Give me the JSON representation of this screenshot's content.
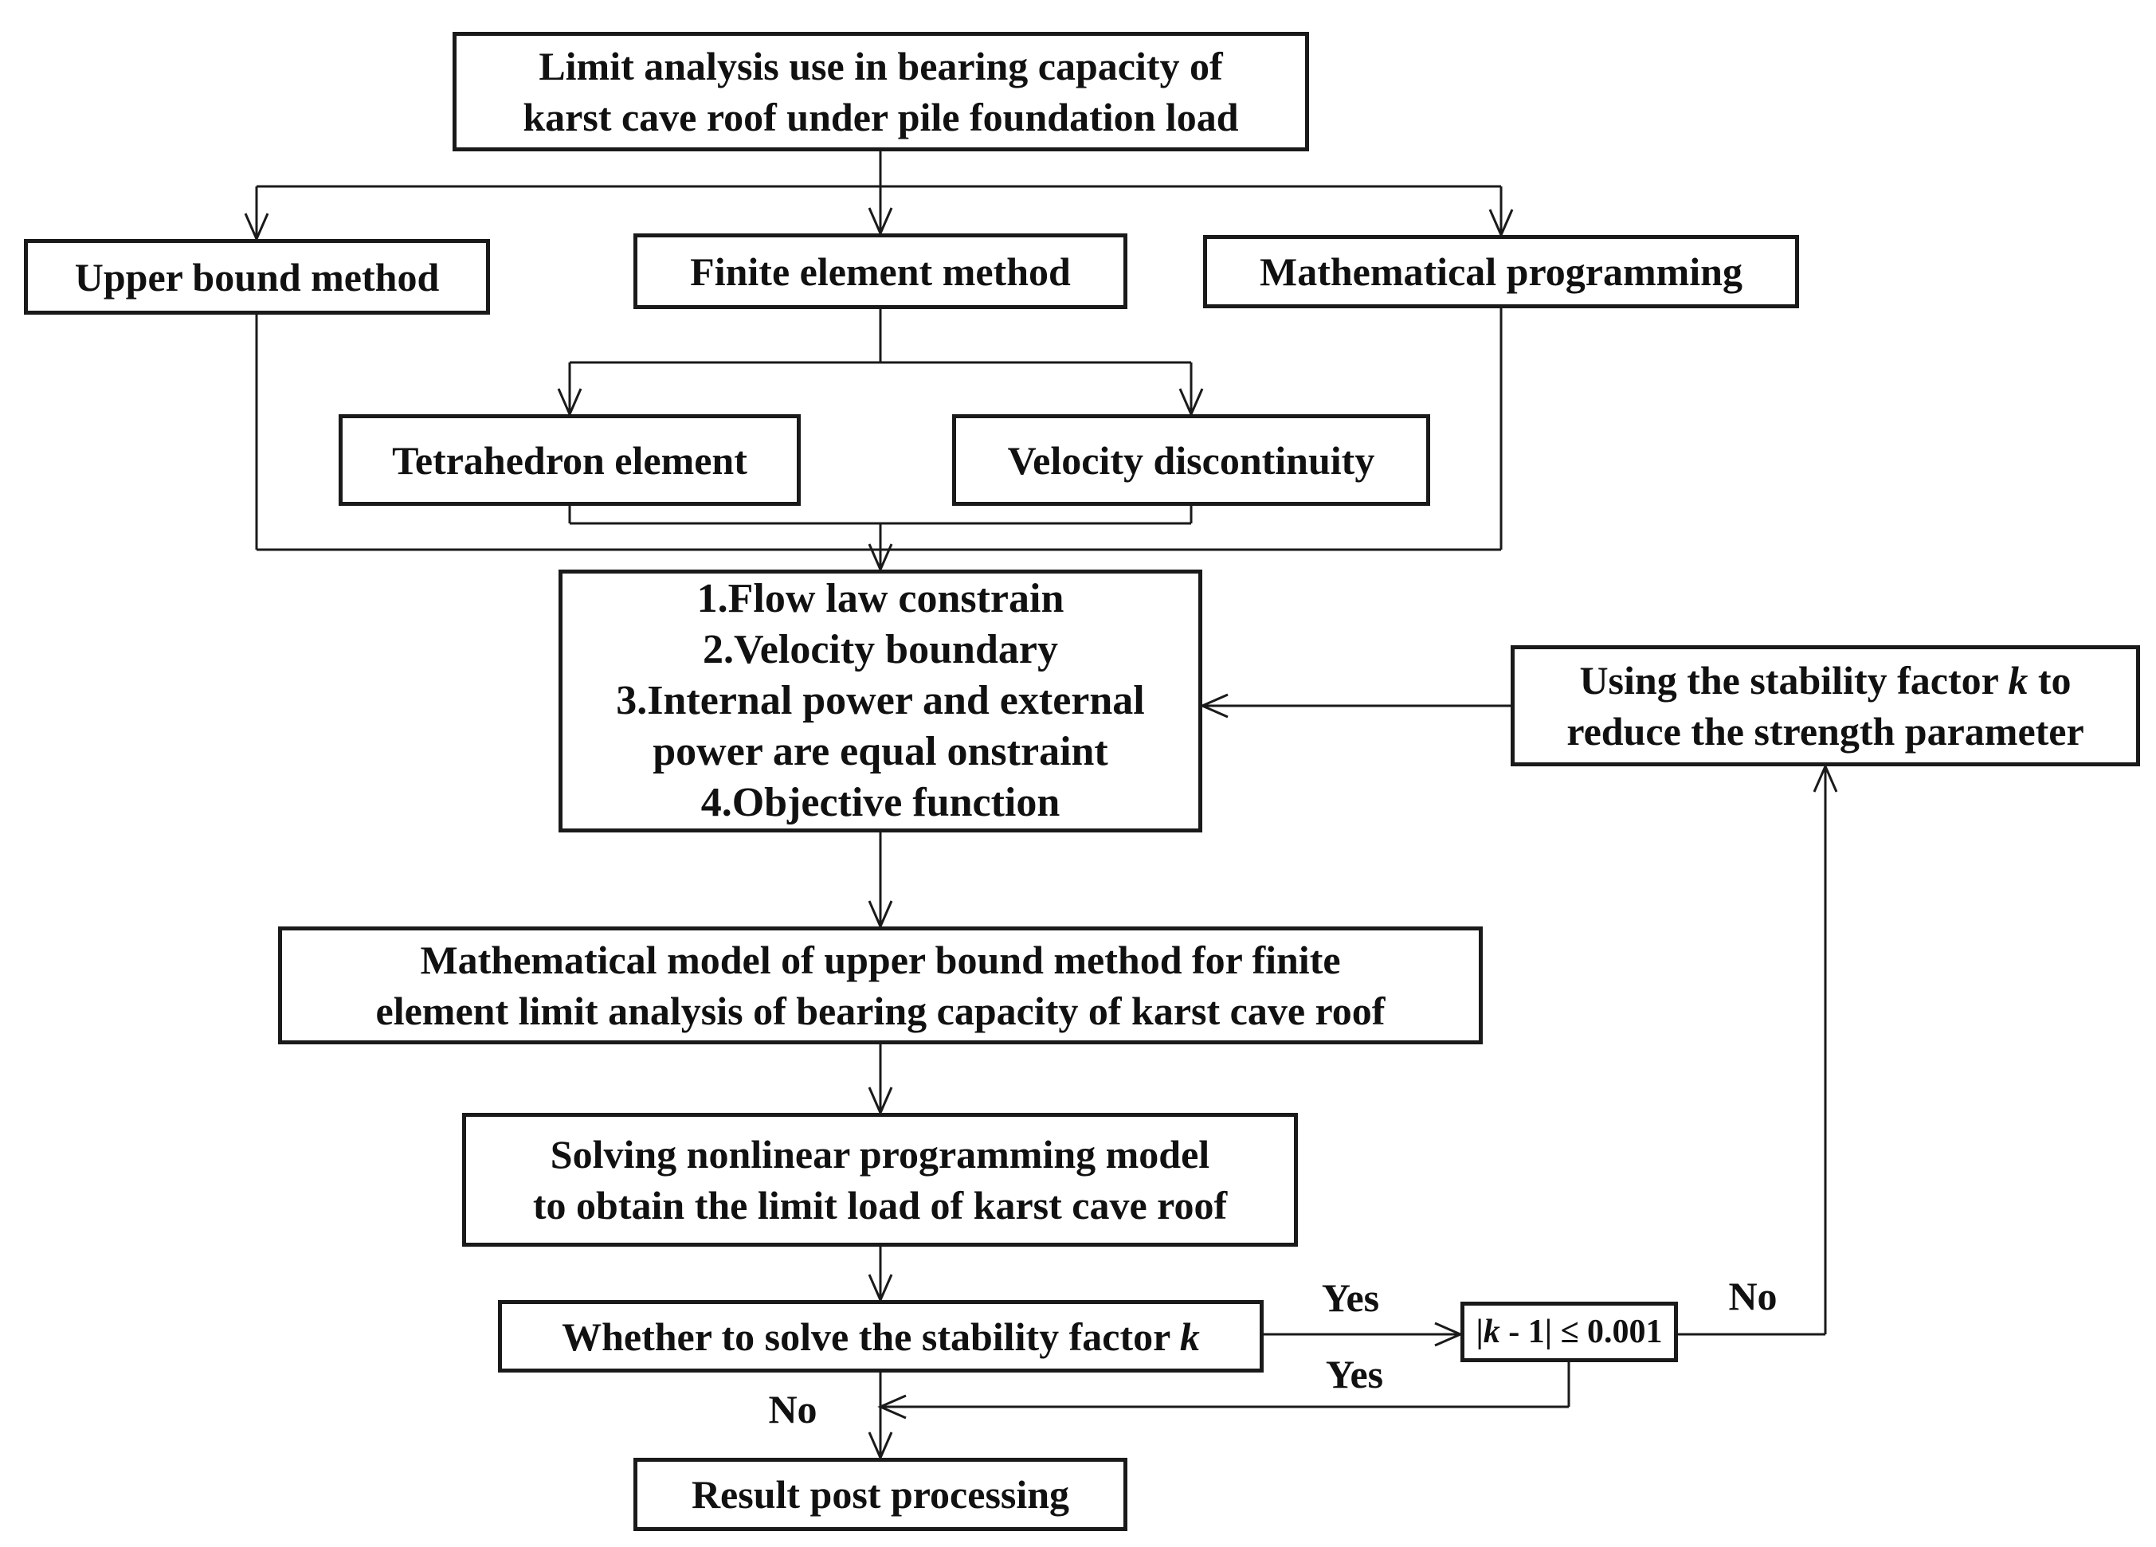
{
  "diagram": {
    "title_box": {
      "line1": "Limit analysis use in bearing capacity of",
      "line2": "karst cave roof under pile foundation load"
    },
    "upper_bound": "Upper bound method",
    "finite_element": "Finite element method",
    "math_programming": "Mathematical programming",
    "tetrahedron": "Tetrahedron element",
    "velocity": "Velocity discontinuity",
    "constraints": {
      "line1": "1.Flow law constrain",
      "line2": "2.Velocity boundary",
      "line3": "3.Internal power and external",
      "line4": "power are equal onstraint",
      "line5": "4.Objective function"
    },
    "using_k": {
      "l1pre": "Using the stability factor ",
      "k": "k",
      "l1post": " to",
      "line2": "reduce the strength parameter"
    },
    "math_model": {
      "line1": "Mathematical model of upper bound method for finite",
      "line2": "element limit analysis of bearing capacity of karst cave roof"
    },
    "solving": {
      "line1": "Solving nonlinear programming model",
      "line2": "to obtain the limit load of karst cave roof"
    },
    "whether": {
      "pre": "Whether to solve the stability factor ",
      "k": "k"
    },
    "k_check": {
      "bar_open": "|",
      "k": "k",
      "mid": " - 1",
      "bar_close": "|",
      "cond": " ≤ 0.001"
    },
    "result": "Result post processing",
    "labels": {
      "yes_top": "Yes",
      "yes_bottom": "Yes",
      "no_right": "No",
      "no_bottom": "No"
    },
    "colors": {
      "line": "#1a1a1a",
      "box_border": "#1a1a1a",
      "text": "#111111",
      "background": "#ffffff"
    }
  }
}
